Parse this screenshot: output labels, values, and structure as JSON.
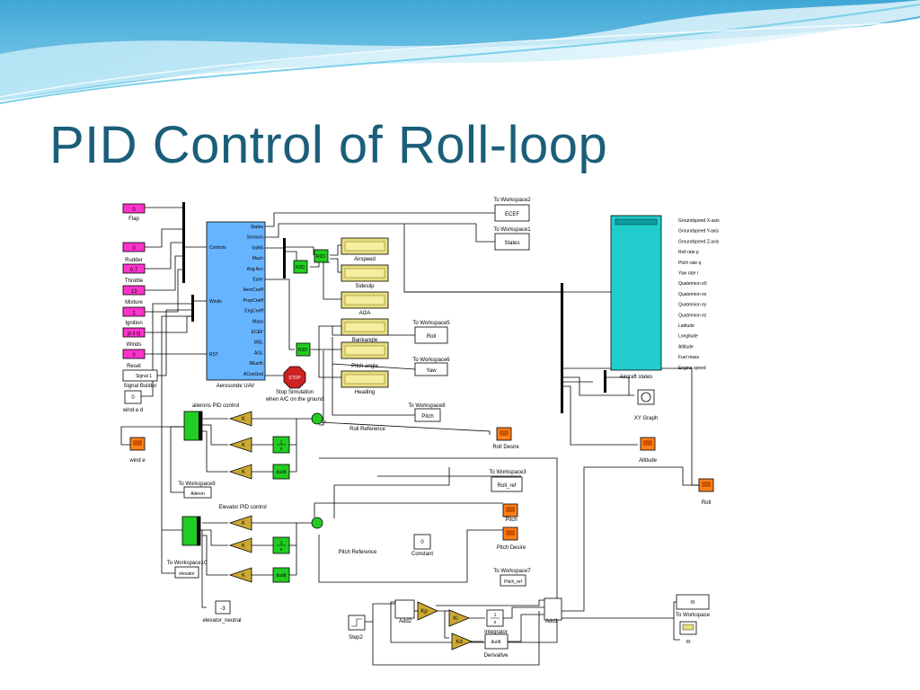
{
  "slide": {
    "title": "PID Control of Roll-loop"
  },
  "colors": {
    "title": "#1b5e7a",
    "input_block": "#ff33cc",
    "uav_block": "#66b3ff",
    "gain_block": "#ccaa33",
    "integrator_block": "#22cc22",
    "scope_block": "#ff7f1a",
    "display_block": "#e8de80",
    "states_display": "#22cccc",
    "stop_block": "#cc2222"
  },
  "diagram": {
    "inputs": {
      "flap_value": "0",
      "flap_label": "Flap",
      "rudder_value": "0",
      "rudder_label": "Rudder",
      "throttle_value": "0.7",
      "throttle_label": "Throttle",
      "mixture_value": "13",
      "mixture_label": "Mixture",
      "ignition_value": "1",
      "ignition_label": "Ignition",
      "winds_value": "[0 0 0]",
      "winds_label": "Winds",
      "reset_value": "0",
      "reset_label": "Reset",
      "signal_builder_text": "Signal 1",
      "signal_builder_label": "Signal Builder",
      "wind_e_d_value": "0",
      "wind_e_d_label": "wind e d"
    },
    "uav": {
      "label": "Aerosonde UAV",
      "in_controls": "Controls",
      "in_winds": "Winds",
      "in_rst": "RST",
      "outputs": [
        "States",
        "Sensors",
        "VaWk",
        "Mach",
        "Ang Acc",
        "Euler",
        "AeroCoeff",
        "PropCoeff",
        "EngCoeff",
        "Mass",
        "ECEF",
        "MSL",
        "AGL",
        "REarth",
        "AConGnd"
      ]
    },
    "stop": {
      "text": "STOP",
      "label_line1": "Stop Simulation",
      "label_line2": "when A/C on the ground"
    },
    "rad2deg_label": "R2D",
    "displays": {
      "airspeed": "Airspeed",
      "sideslip": "Sideslip",
      "aoa": "AOA",
      "bankangle": "Bankangle",
      "pitch_angle": "Pitch angle",
      "heading": "Heading"
    },
    "workspace": {
      "ws2_title": "To Workspace2",
      "ws2_value": "ECEF",
      "ws1_title": "To Workspace1",
      "ws1_value": "States",
      "ws5_title": "To Workspace5",
      "ws5_value": "Roll",
      "ws6_title": "To Workspace6",
      "ws6_value": "Yaw",
      "ws8_title": "To Workspace8",
      "ws8_value": "Pitch",
      "ws3_title": "To Workspace3",
      "ws3_value": "Roll_ref",
      "ws7_title": "To Workspace7",
      "ws7_value": "Pitch_ref",
      "ws9_title": "To Workspace9",
      "ws9_value": "Aileron",
      "ws10_title": "To Workspace10",
      "ws10_value": "elevator",
      "ws_title": "To Workspace",
      "ws_value": "m",
      "m_label": "m"
    },
    "aircraft_states": {
      "label": "Aircraft states",
      "list": [
        "Groundspeed X-axis",
        "Groundspeed Y-axis",
        "Groundspeed Z-axis",
        "Roll rate p",
        "Pitch rate q",
        "Yaw rate r",
        "Quaternion e0",
        "Quaternion ex",
        "Quaternion ey",
        "Quaternion ez",
        "Latitude",
        "Longitude",
        "Altitude",
        "Fuel mass",
        "Engine speed"
      ]
    },
    "scopes": {
      "xy_graph": "XY Graph",
      "roll_desire": "Roll Desire",
      "altitude": "Altitude",
      "roll": "Roll",
      "wind_e": "wind e",
      "pitch": "Pitch",
      "pitch_desire": "Pitch Desire"
    },
    "aileron_pid": {
      "title": "ailerons PID control",
      "k": "K",
      "integ_num": "1",
      "integ_den": "s",
      "deriv": "du/dt"
    },
    "elevator_pid": {
      "title": "Elevator PID control",
      "k": "K",
      "integ_num": "1",
      "integ_den": "s",
      "deriv": "du/dt"
    },
    "labels": {
      "roll_reference": "Roll Reference",
      "pitch_reference": "Pitch Reference"
    },
    "constant": {
      "value": "0",
      "label": "Constant"
    },
    "elevator_neutral": {
      "value": "-3",
      "label": "elevator_neutral"
    },
    "bottom": {
      "step_label": "Step2",
      "add2_label": "Add2",
      "add1_label": "Add1",
      "kp": "Kp",
      "ki": "Ki",
      "kd": "Kd",
      "integrator_num": "1",
      "integrator_den": "s",
      "integrator_label": "Integrator",
      "derivative_text": "du/dt",
      "derivative_label": "Derivative"
    }
  }
}
